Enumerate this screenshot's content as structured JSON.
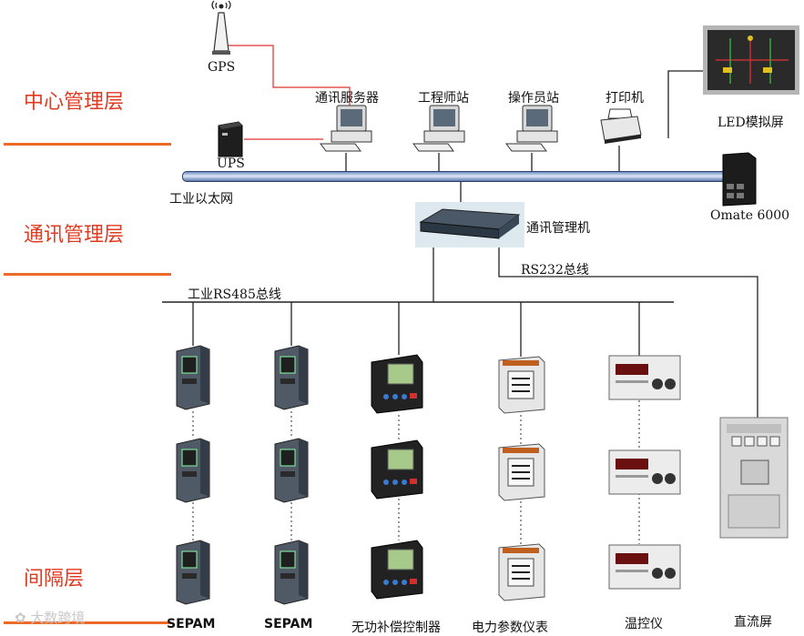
{
  "layers": {
    "center": "中心管理层",
    "comm": "通讯管理层",
    "bay": "间隔层"
  },
  "top_devices": {
    "gps": "GPS",
    "ups": "UPS",
    "comm_server": "通讯服务器",
    "engineering_station": "工程师站",
    "operator_station": "操作员站",
    "printer": "打印机",
    "led_screen": "LED模拟屏",
    "omate": "Omate 6000"
  },
  "networks": {
    "ethernet": "工业以太网",
    "comm_manager": "通讯管理机",
    "rs232": "RS232总线",
    "rs485": "工业RS485总线"
  },
  "bay_devices": {
    "sepam1": "SEPAM",
    "sepam2": "SEPAM",
    "reactive": "无功补偿控制器",
    "power_meter": "电力参数仪表",
    "temp": "温控仪",
    "dc_screen": "直流屏"
  },
  "watermark": "大数跨境"
}
